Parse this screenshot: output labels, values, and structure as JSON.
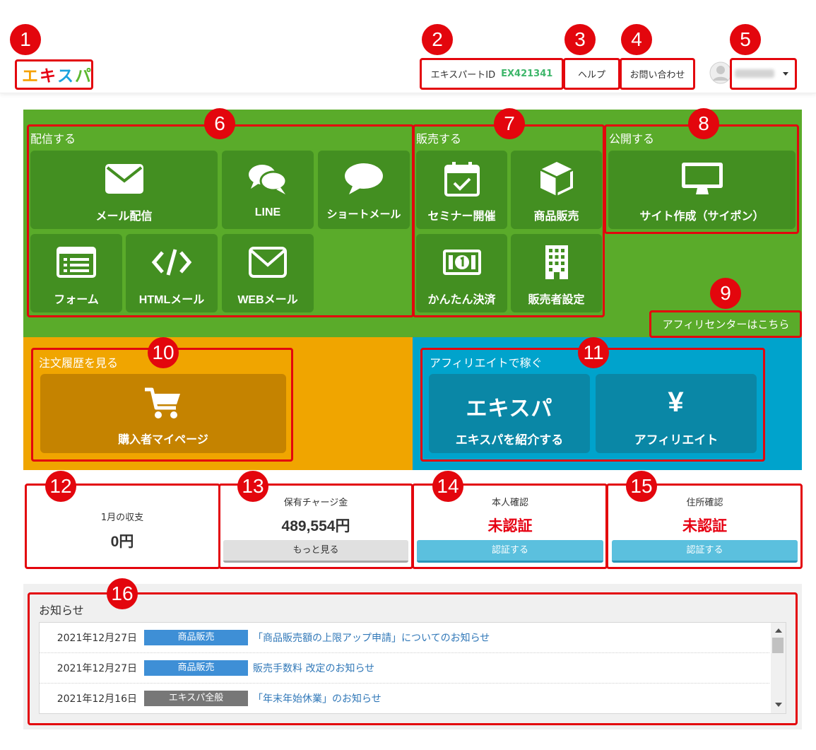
{
  "header": {
    "logo": {
      "chars": [
        "エ",
        "キ",
        "ス",
        "パ"
      ],
      "colors": [
        "#f5a100",
        "#e60012",
        "#1ba3de",
        "#5cb82f"
      ]
    },
    "expert_id_label": "エキスパートID",
    "expert_id_value": "EX421341",
    "help_label": "ヘルプ",
    "contact_label": "お問い合わせ",
    "user_name": ""
  },
  "distribution": {
    "title": "配信する",
    "tiles": [
      {
        "label": "メール配信",
        "icon": "envelope-icon"
      },
      {
        "label": "LINE",
        "icon": "chat-bubbles-icon"
      },
      {
        "label": "ショートメール",
        "icon": "speech-bubble-icon"
      },
      {
        "label": "フォーム",
        "icon": "list-form-icon"
      },
      {
        "label": "HTMLメール",
        "icon": "code-icon"
      },
      {
        "label": "WEBメール",
        "icon": "envelope-outline-icon"
      }
    ]
  },
  "sales": {
    "title": "販売する",
    "tiles": [
      {
        "label": "セミナー開催",
        "icon": "calendar-check-icon"
      },
      {
        "label": "商品販売",
        "icon": "cube-icon"
      },
      {
        "label": "かんたん決済",
        "icon": "money-icon"
      },
      {
        "label": "販売者設定",
        "icon": "building-icon"
      }
    ]
  },
  "publish": {
    "title": "公開する",
    "tiles": [
      {
        "label": "サイト作成（サイポン）",
        "icon": "desktop-icon"
      }
    ]
  },
  "affiliate_center_link": "アフィリセンターはこちら",
  "orders": {
    "title": "注文履歴を見る",
    "tile_label": "購入者マイページ",
    "icon": "cart-icon"
  },
  "affiliate": {
    "title": "アフィリエイトで稼ぐ",
    "tiles": [
      {
        "big": "エキスパ",
        "label": "エキスパを紹介する"
      },
      {
        "big": "¥",
        "label": "アフィリエイト"
      }
    ]
  },
  "stats": {
    "income": {
      "caption": "1月の収支",
      "value": "0円"
    },
    "charge": {
      "caption": "保有チャージ金",
      "value": "489,554円",
      "button": "もっと見る"
    },
    "identity": {
      "caption": "本人確認",
      "value": "未認証",
      "button": "認証する"
    },
    "address": {
      "caption": "住所確認",
      "value": "未認証",
      "button": "認証する"
    }
  },
  "news": {
    "title": "お知らせ",
    "items": [
      {
        "date": "2021年12月27日",
        "tag": "商品販売",
        "tag_color": "#3e8fd6",
        "text": "「商品販売額の上限アップ申請」についてのお知らせ"
      },
      {
        "date": "2021年12月27日",
        "tag": "商品販売",
        "tag_color": "#3e8fd6",
        "text": "販売手数料 改定のお知らせ"
      },
      {
        "date": "2021年12月16日",
        "tag": "エキスパ全般",
        "tag_color": "#777777",
        "text": "「年末年始休業」のお知らせ"
      }
    ]
  },
  "markers": [
    "1",
    "2",
    "3",
    "4",
    "5",
    "6",
    "7",
    "8",
    "9",
    "10",
    "11",
    "12",
    "13",
    "14",
    "15",
    "16"
  ],
  "colors": {
    "marker": "#e3060d",
    "green_bg": "#5aab2a",
    "green_tile": "#438f21",
    "orange_bg": "#f0a500",
    "orange_tile": "#c58300",
    "blue_bg": "#00a3cc",
    "blue_tile": "#0a87a6",
    "alert_red": "#e60012",
    "id_green": "#3db66a"
  }
}
